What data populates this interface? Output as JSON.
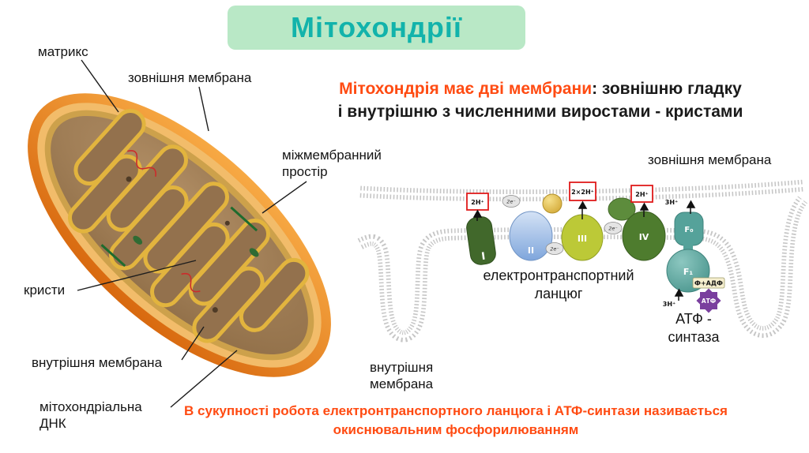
{
  "title": "Мітохондрії",
  "intro": {
    "highlight": "Мітохондрія має дві мембрани",
    "rest_line1": ": зовнішню гладку",
    "line2": "і внутрішню з численними виростами - кристами"
  },
  "mito_labels": {
    "matrix": "матрикс",
    "outer_membrane": "зовнішня мембрана",
    "intermembrane_space": "міжмембранний простір",
    "cristae": "кристи",
    "inner_membrane": "внутрішня мембрана",
    "dna": "мітохондріальна ДНК"
  },
  "etc": {
    "outer_membrane_label": "зовнішня мембрана",
    "inner_membrane_label": "внутрішня мембрана",
    "chain_label": "електронтранспортний ланцюг",
    "atp_synthase_line1": "АТФ -",
    "atp_synthase_line2": "синтаза",
    "complexes": [
      "I",
      "II",
      "III",
      "IV"
    ],
    "f0": "F₀",
    "f1": "F₁",
    "protons": {
      "box1": "2H⁺",
      "box2": "2×2H⁺",
      "box3": "2H⁺",
      "top": "3H⁺",
      "bottom": "3H⁺"
    },
    "electron": "2е⁻",
    "adp": "Ф+АДФ",
    "atp": "АТФ"
  },
  "footer": {
    "line1": "В сукупності робота електронтранспортного ланцюга і АТФ-синтази називається",
    "line2": "окиснювальним фосфорилюванням"
  },
  "colors": {
    "banner_bg": "#b9e8c6",
    "banner_text": "#12b3ab",
    "accent_orange": "#ff4b12",
    "mito_outer": "#e8821e",
    "mito_matrix": "#9b7b55"
  }
}
